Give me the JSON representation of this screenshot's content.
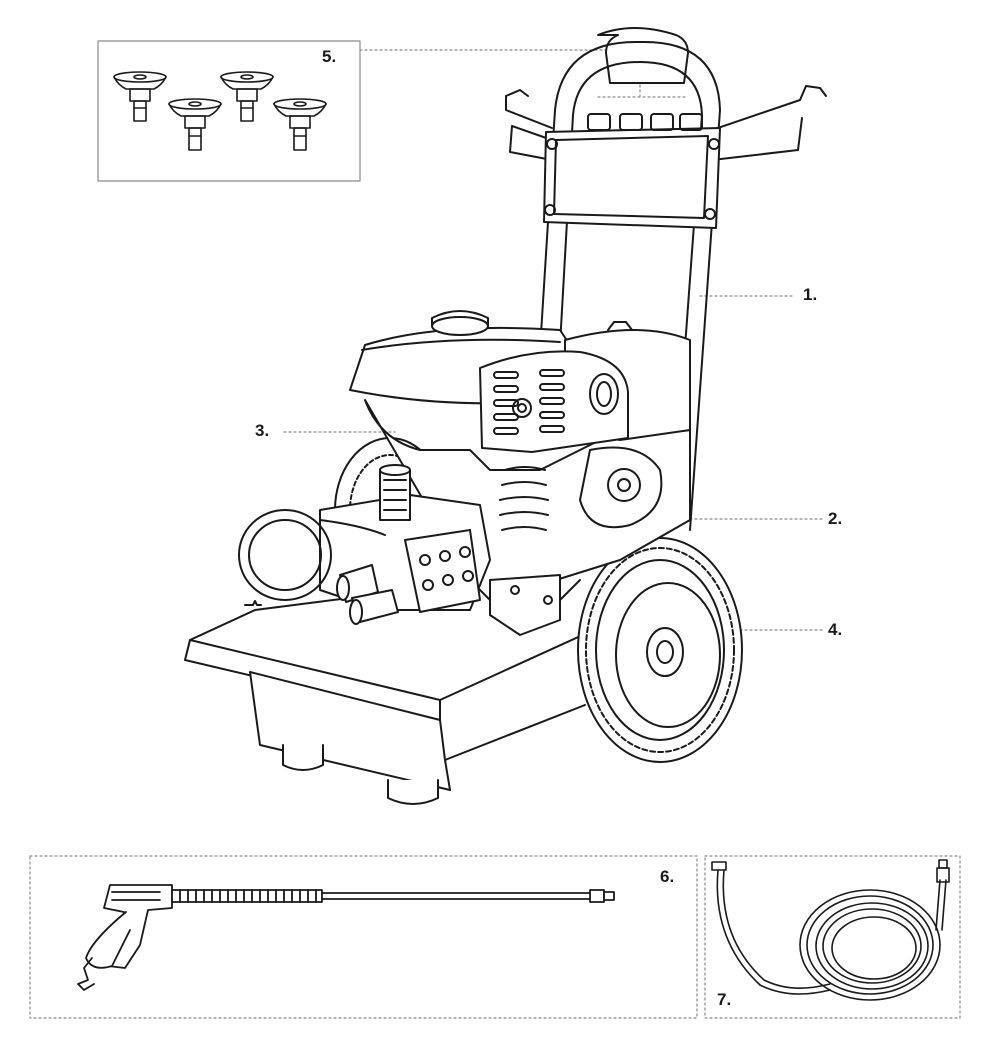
{
  "callouts": {
    "frame": "1.",
    "engine": "2.",
    "pump": "3.",
    "wheel": "4.",
    "nozzles": "5.",
    "spray_gun": "6.",
    "hose": "7."
  },
  "colors": {
    "line": "#1a1a1a",
    "dotted": "#8a8a8a",
    "background": "#ffffff"
  }
}
